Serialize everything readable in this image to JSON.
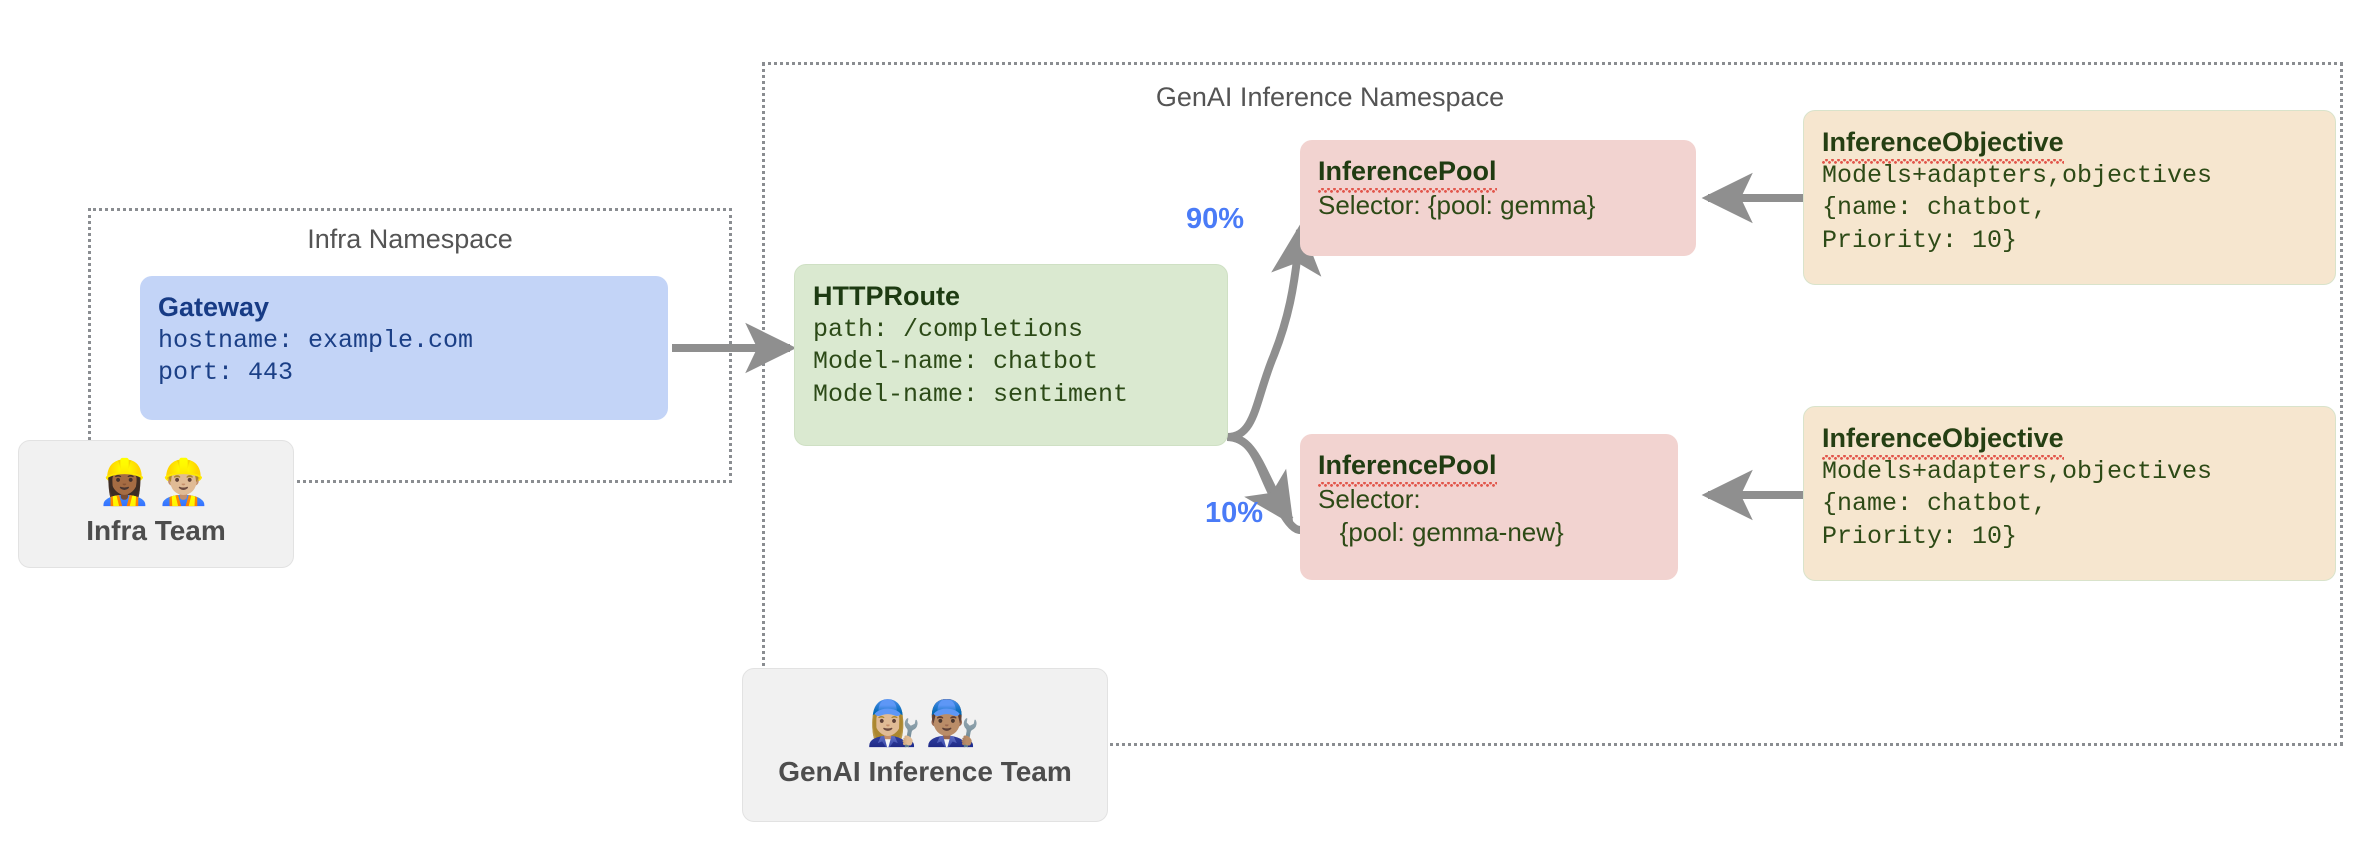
{
  "diagram": {
    "title": "Gateway API Inference Extension topology",
    "colors": {
      "gateway_fill": "#c3d4f7",
      "httproute_fill": "#dae9d0",
      "pool_fill": "#f2d3d0",
      "objective_fill": "#f6e6cf",
      "team_fill": "#f1f1f1",
      "arrow": "#8f8f8f",
      "percent_text": "#4a7bf7",
      "namespace_border": "#8a8d91"
    }
  },
  "namespaces": {
    "infra": {
      "label": "Infra Namespace"
    },
    "genai": {
      "label": "GenAI Inference Namespace"
    }
  },
  "gateway": {
    "title": "Gateway",
    "lines": [
      "hostname: example.com",
      "port: 443"
    ]
  },
  "httproute": {
    "title": "HTTPRoute",
    "lines": [
      "path: /completions",
      "Model-name: chatbot",
      "Model-name: sentiment"
    ]
  },
  "pools": [
    {
      "title": "InferencePool",
      "lines": [
        "Selector: {pool: gemma}"
      ],
      "weight": "90%"
    },
    {
      "title": "InferencePool",
      "lines": [
        "Selector:",
        "   {pool: gemma-new}"
      ],
      "weight": "10%"
    }
  ],
  "objectives": [
    {
      "title": "InferenceObjective",
      "lines": [
        "Models+adapters,objectives",
        "{name: chatbot,",
        "Priority: 10}"
      ]
    },
    {
      "title": "InferenceObjective",
      "lines": [
        "Models+adapters,objectives",
        "{name: chatbot,",
        "Priority: 10}"
      ]
    }
  ],
  "teams": [
    {
      "label": "Infra Team",
      "emojis": "👷🏾‍♀️👷🏼‍♂️"
    },
    {
      "label": "GenAI Inference Team",
      "emojis": "👩🏼‍🔧👨🏽‍🔧"
    }
  ]
}
